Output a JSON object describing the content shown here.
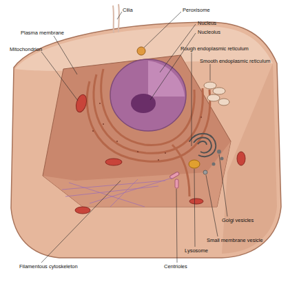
{
  "diagram": {
    "labels": [
      "Cilia",
      "Peroxisome",
      "Nucleus",
      "Nucleolus",
      "Plasma membrane",
      "Mitochondrion",
      "Rough endoplasmic reticulum",
      "Smooth endoplasmic reticulum",
      "Golgi vesicles",
      "Small membrane vesicle",
      "Lysosome",
      "Filamentous cytoskeleton",
      "Centrioles"
    ]
  }
}
